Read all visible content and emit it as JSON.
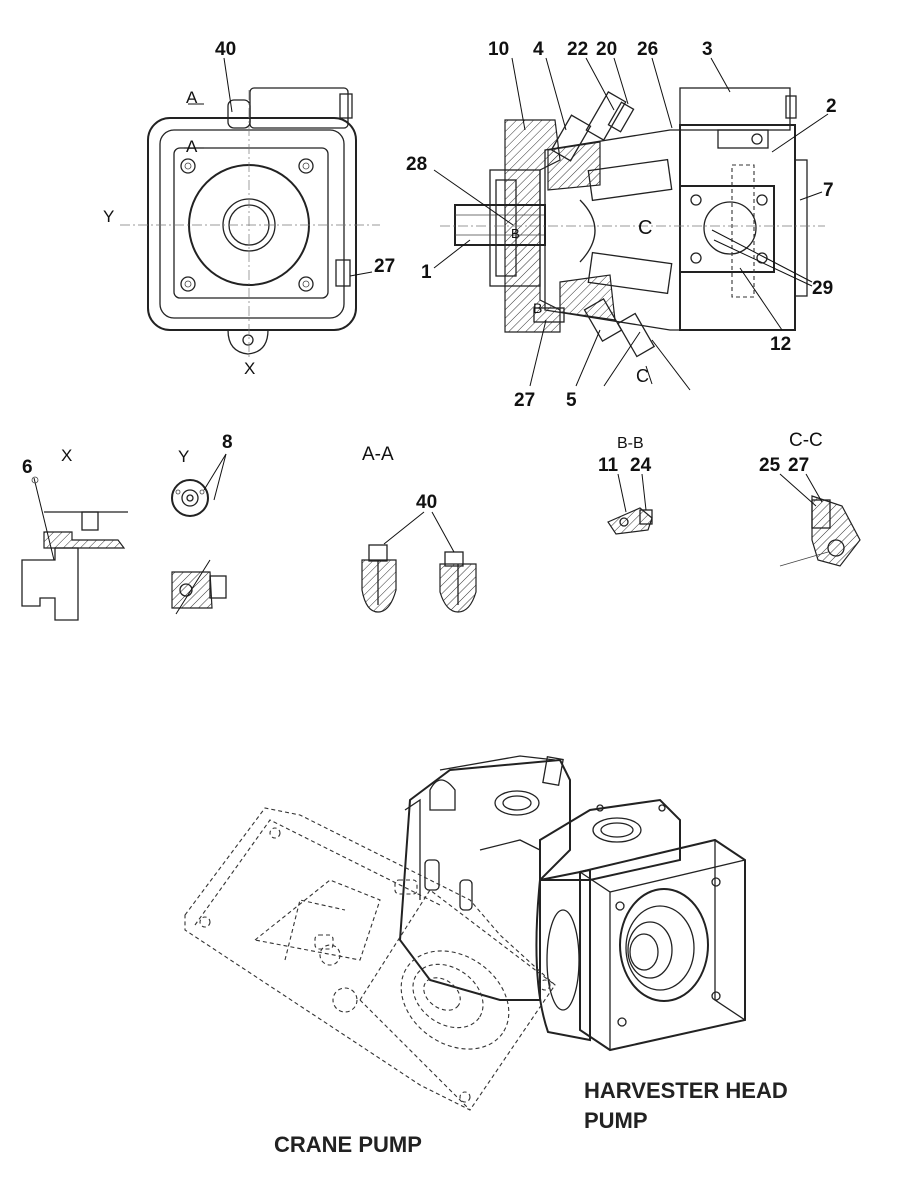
{
  "top_view": {
    "part_40": "40",
    "view_a_upper": "A",
    "view_a_lower": "A",
    "view_y": "Y",
    "part_27": "27",
    "view_x": "X"
  },
  "section_view": {
    "callouts_top": [
      "10",
      "4",
      "22",
      "20",
      "26",
      "3"
    ],
    "part_2": "2",
    "part_7": "7",
    "part_28": "28",
    "part_1": "1",
    "part_29": "29",
    "part_12": "12",
    "section_c_mid": "C",
    "section_b_mid": "B",
    "section_b_low": "B",
    "section_c_low": "C",
    "part_27": "27",
    "part_5": "5"
  },
  "detail_x": {
    "title": "X",
    "part_6": "6"
  },
  "detail_y": {
    "title": "Y",
    "part_8": "8"
  },
  "detail_aa": {
    "title": "A-A",
    "part_40": "40"
  },
  "detail_bb": {
    "title": "B-B",
    "part_11": "11",
    "part_24": "24"
  },
  "detail_cc": {
    "title": "C-C",
    "part_25": "25",
    "part_27": "27"
  },
  "iso_view": {
    "harvester_caption_line1": "HARVESTER HEAD",
    "harvester_caption_line2": "PUMP",
    "crane_caption": "CRANE PUMP"
  }
}
